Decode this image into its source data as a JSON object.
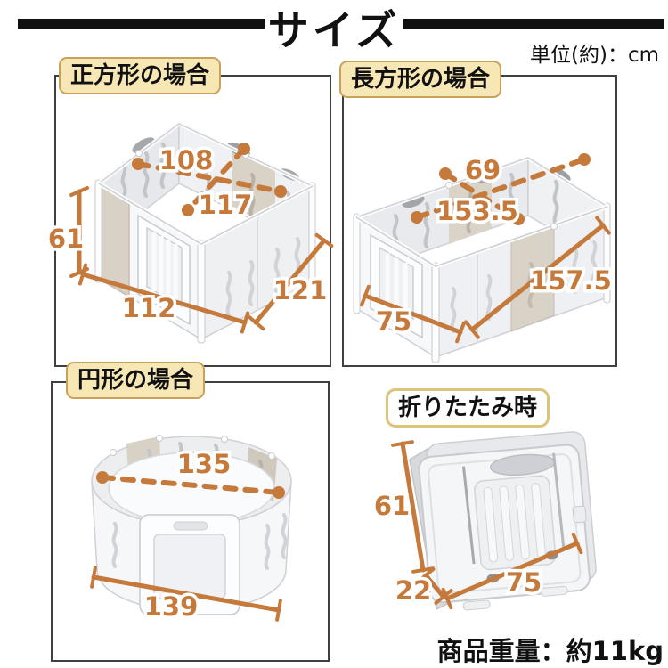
{
  "header": {
    "title": "サイズ",
    "unit_note": "単位(約)：cm"
  },
  "panels": [
    {
      "id": "square",
      "label": "正方形の場合",
      "dims": {
        "inner_width": "108",
        "inner_diagonal": "117",
        "height": "61",
        "front_width": "112",
        "side_depth": "121"
      }
    },
    {
      "id": "rectangle",
      "label": "長方形の場合",
      "dims": {
        "inner_width": "69",
        "inner_length": "153.5",
        "front_width": "75",
        "side_length": "157.5"
      }
    },
    {
      "id": "circle",
      "label": "円形の場合",
      "dims": {
        "inner_diameter": "135",
        "outer_width": "139"
      }
    },
    {
      "id": "folded",
      "label": "折りたたみ時",
      "dims": {
        "height": "61",
        "depth": "22",
        "width": "75"
      }
    }
  ],
  "footer": {
    "weight_note": "商品重量：約11kg"
  },
  "colors": {
    "accent": "#c5793a",
    "label_bg": "#f6e7b5",
    "label_border": "#c9a158",
    "frame_border": "#3f4042"
  }
}
